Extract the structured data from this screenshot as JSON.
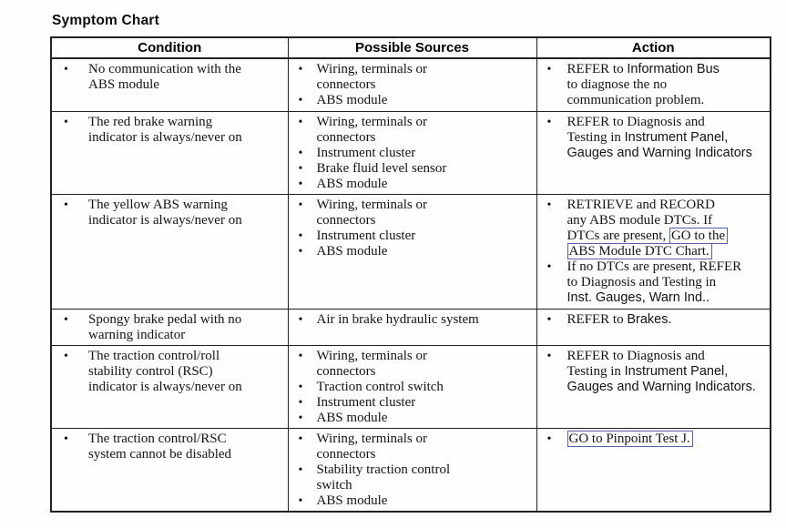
{
  "page": {
    "title": "Symptom Chart"
  },
  "colors": {
    "link_box": "#5a5fae",
    "border": "#222222"
  },
  "table": {
    "headers": [
      "Condition",
      "Possible Sources",
      "Action"
    ],
    "rows": [
      {
        "condition": [
          [
            {
              "t": "No communication with the\nABS module"
            }
          ]
        ],
        "sources": [
          [
            {
              "t": "Wiring, terminals or\nconnectors"
            }
          ],
          [
            {
              "t": "ABS module"
            }
          ]
        ],
        "action": [
          [
            {
              "t": "REFER to "
            },
            {
              "t": "Information Bus",
              "sans": true
            },
            {
              "t": "\nto diagnose the no\ncommunication problem."
            }
          ]
        ]
      },
      {
        "condition": [
          [
            {
              "t": "The red brake warning\nindicator is always/never on"
            }
          ]
        ],
        "sources": [
          [
            {
              "t": "Wiring, terminals or\nconnectors"
            }
          ],
          [
            {
              "t": "Instrument cluster"
            }
          ],
          [
            {
              "t": "Brake fluid level sensor"
            }
          ],
          [
            {
              "t": "ABS module"
            }
          ]
        ],
        "action": [
          [
            {
              "t": "REFER to Diagnosis and\nTesting in "
            },
            {
              "t": "Instrument Panel,\nGauges and Warning Indicators",
              "sans": true
            }
          ]
        ]
      },
      {
        "condition": [
          [
            {
              "t": "The yellow ABS warning\nindicator is always/never on"
            }
          ]
        ],
        "sources": [
          [
            {
              "t": "Wiring, terminals or\nconnectors"
            }
          ],
          [
            {
              "t": "Instrument cluster"
            }
          ],
          [
            {
              "t": "ABS module"
            }
          ]
        ],
        "action": [
          [
            {
              "t": "RETRIEVE and RECORD\nany ABS module DTCs. If\nDTCs are present, "
            },
            {
              "t": "GO to the\nABS Module DTC Chart.",
              "box": true
            }
          ],
          [
            {
              "t": "If no DTCs are present, REFER\nto Diagnosis and Testing in\n"
            },
            {
              "t": "Inst. Gauges, Warn Ind..",
              "sans": true
            }
          ]
        ]
      },
      {
        "condition": [
          [
            {
              "t": "Spongy brake pedal with no\nwarning indicator"
            }
          ]
        ],
        "sources": [
          [
            {
              "t": "Air in brake hydraulic system"
            }
          ]
        ],
        "action": [
          [
            {
              "t": "REFER to "
            },
            {
              "t": "Brakes.",
              "sans": true
            }
          ]
        ]
      },
      {
        "condition": [
          [
            {
              "t": "The traction control/roll\nstability control (RSC)\nindicator is always/never on"
            }
          ]
        ],
        "sources": [
          [
            {
              "t": "Wiring, terminals or\nconnectors"
            }
          ],
          [
            {
              "t": "Traction control switch"
            }
          ],
          [
            {
              "t": "Instrument cluster"
            }
          ],
          [
            {
              "t": "ABS module"
            }
          ]
        ],
        "action": [
          [
            {
              "t": "REFER to Diagnosis and\nTesting in "
            },
            {
              "t": "Instrument Panel,\nGauges and Warning Indicators.",
              "sans": true
            }
          ]
        ]
      },
      {
        "condition": [
          [
            {
              "t": "The traction control/RSC\nsystem cannot be disabled"
            }
          ]
        ],
        "sources": [
          [
            {
              "t": "Wiring, terminals or\nconnectors"
            }
          ],
          [
            {
              "t": "Stability traction control\nswitch"
            }
          ],
          [
            {
              "t": "ABS module"
            }
          ]
        ],
        "action": [
          [
            {
              "t": "GO to Pinpoint Test J.",
              "box": true
            }
          ]
        ]
      }
    ]
  }
}
